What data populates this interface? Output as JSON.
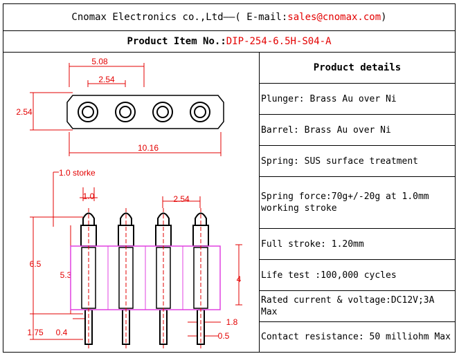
{
  "header": {
    "company": "Cnomax Electronics co.,Ltd——( E-mail: ",
    "email": "sales@cnomax.com",
    "close": ")"
  },
  "item": {
    "label": "Product Item No.: ",
    "number": "DIP-254-6.5H-S04-A"
  },
  "details": {
    "title": "Product details",
    "rows": [
      "Plunger: Brass Au over Ni",
      "Barrel: Brass Au over Ni",
      "Spring: SUS surface treatment",
      "Spring force:70g+/-20g at 1.0mm working stroke",
      "Full stroke: 1.20mm",
      "Life test :100,000 cycles",
      "Rated current & voltage:DC12V;3A Max",
      "Contact resistance: 50 milliohm Max"
    ]
  },
  "dimensions": {
    "pitch_double": "5.08",
    "pitch": "2.54",
    "width": "2.54",
    "length": "10.16",
    "stroke_note": "1.0 storke",
    "plunger_dia": "1.0",
    "pitch_side": "2.54",
    "height": "6.5",
    "body_height": "5.3",
    "insulator": "4",
    "tail": "1.75",
    "tail_offset": "0.4",
    "flange": "1.8",
    "pin_dia": "0.5"
  },
  "colors": {
    "red": "#e30000",
    "magenta": "#e040e0"
  }
}
